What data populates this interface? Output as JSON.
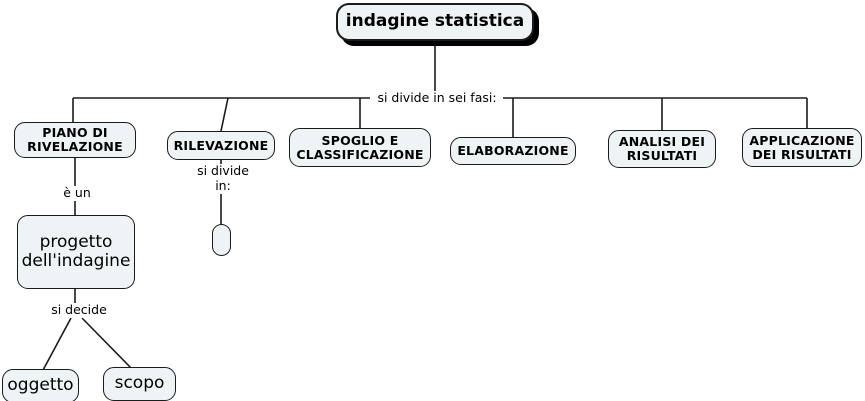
{
  "diagram": {
    "title_node": {
      "label": "indagine statistica"
    },
    "edge_labels": {
      "six_phases": "si divide in sei fasi:",
      "divides_into": "si divide\nin:",
      "is_a": "è un",
      "decided": "si decide"
    },
    "phase_nodes": [
      {
        "id": "piano-di-rivelazione",
        "label": "PIANO DI\nRIVELAZIONE"
      },
      {
        "id": "rilevazione",
        "label": "RILEVAZIONE"
      },
      {
        "id": "spoglio-e-classificazione",
        "label": "SPOGLIO E\nCLASSIFICAZIONE"
      },
      {
        "id": "elaborazione",
        "label": "ELABORAZIONE"
      },
      {
        "id": "analisi-dei-risultati",
        "label": "ANALISI DEI\nRISULTATI"
      },
      {
        "id": "applicazione-dei-risultati",
        "label": "APPLICAZIONE\nDEI RISULTATI"
      }
    ],
    "detail_nodes": [
      {
        "id": "progetto-dellindagine",
        "label": "progetto\ndell'indagine"
      },
      {
        "id": "oggetto",
        "label": "oggetto"
      },
      {
        "id": "scopo",
        "label": "scopo"
      },
      {
        "id": "empty-placeholder",
        "label": ""
      }
    ],
    "colors": {
      "node_fill": "#eef4f6",
      "node_border": "#1b1b1b",
      "background": "#ffffff",
      "line": "#1b1b1b",
      "text": "#000000"
    }
  }
}
